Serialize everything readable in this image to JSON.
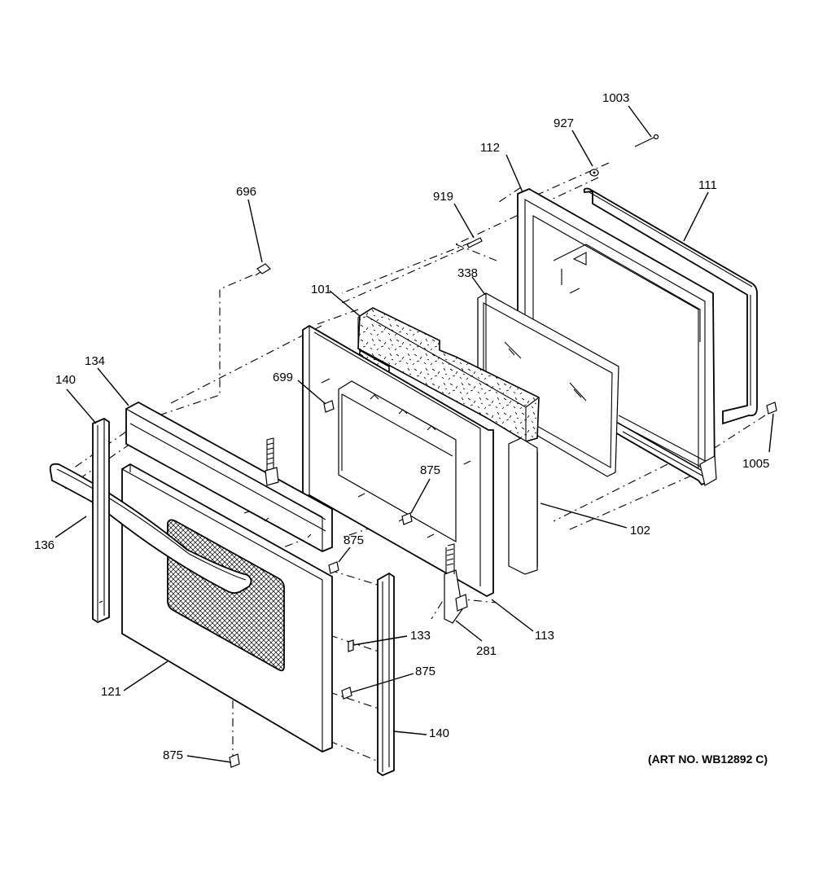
{
  "diagram": {
    "art_number": "(ART NO. WB12892 C)",
    "callouts": {
      "c1003": "1003",
      "c927": "927",
      "c112": "112",
      "c111": "111",
      "c919": "919",
      "c696": "696",
      "c338": "338",
      "c101": "101",
      "c134": "134",
      "c140a": "140",
      "c699": "699",
      "c875a": "875",
      "c1005": "1005",
      "c102": "102",
      "c136": "136",
      "c875b": "875",
      "c113": "113",
      "c133": "133",
      "c281": "281",
      "c875c": "875",
      "c121": "121",
      "c140b": "140",
      "c875d": "875"
    }
  }
}
